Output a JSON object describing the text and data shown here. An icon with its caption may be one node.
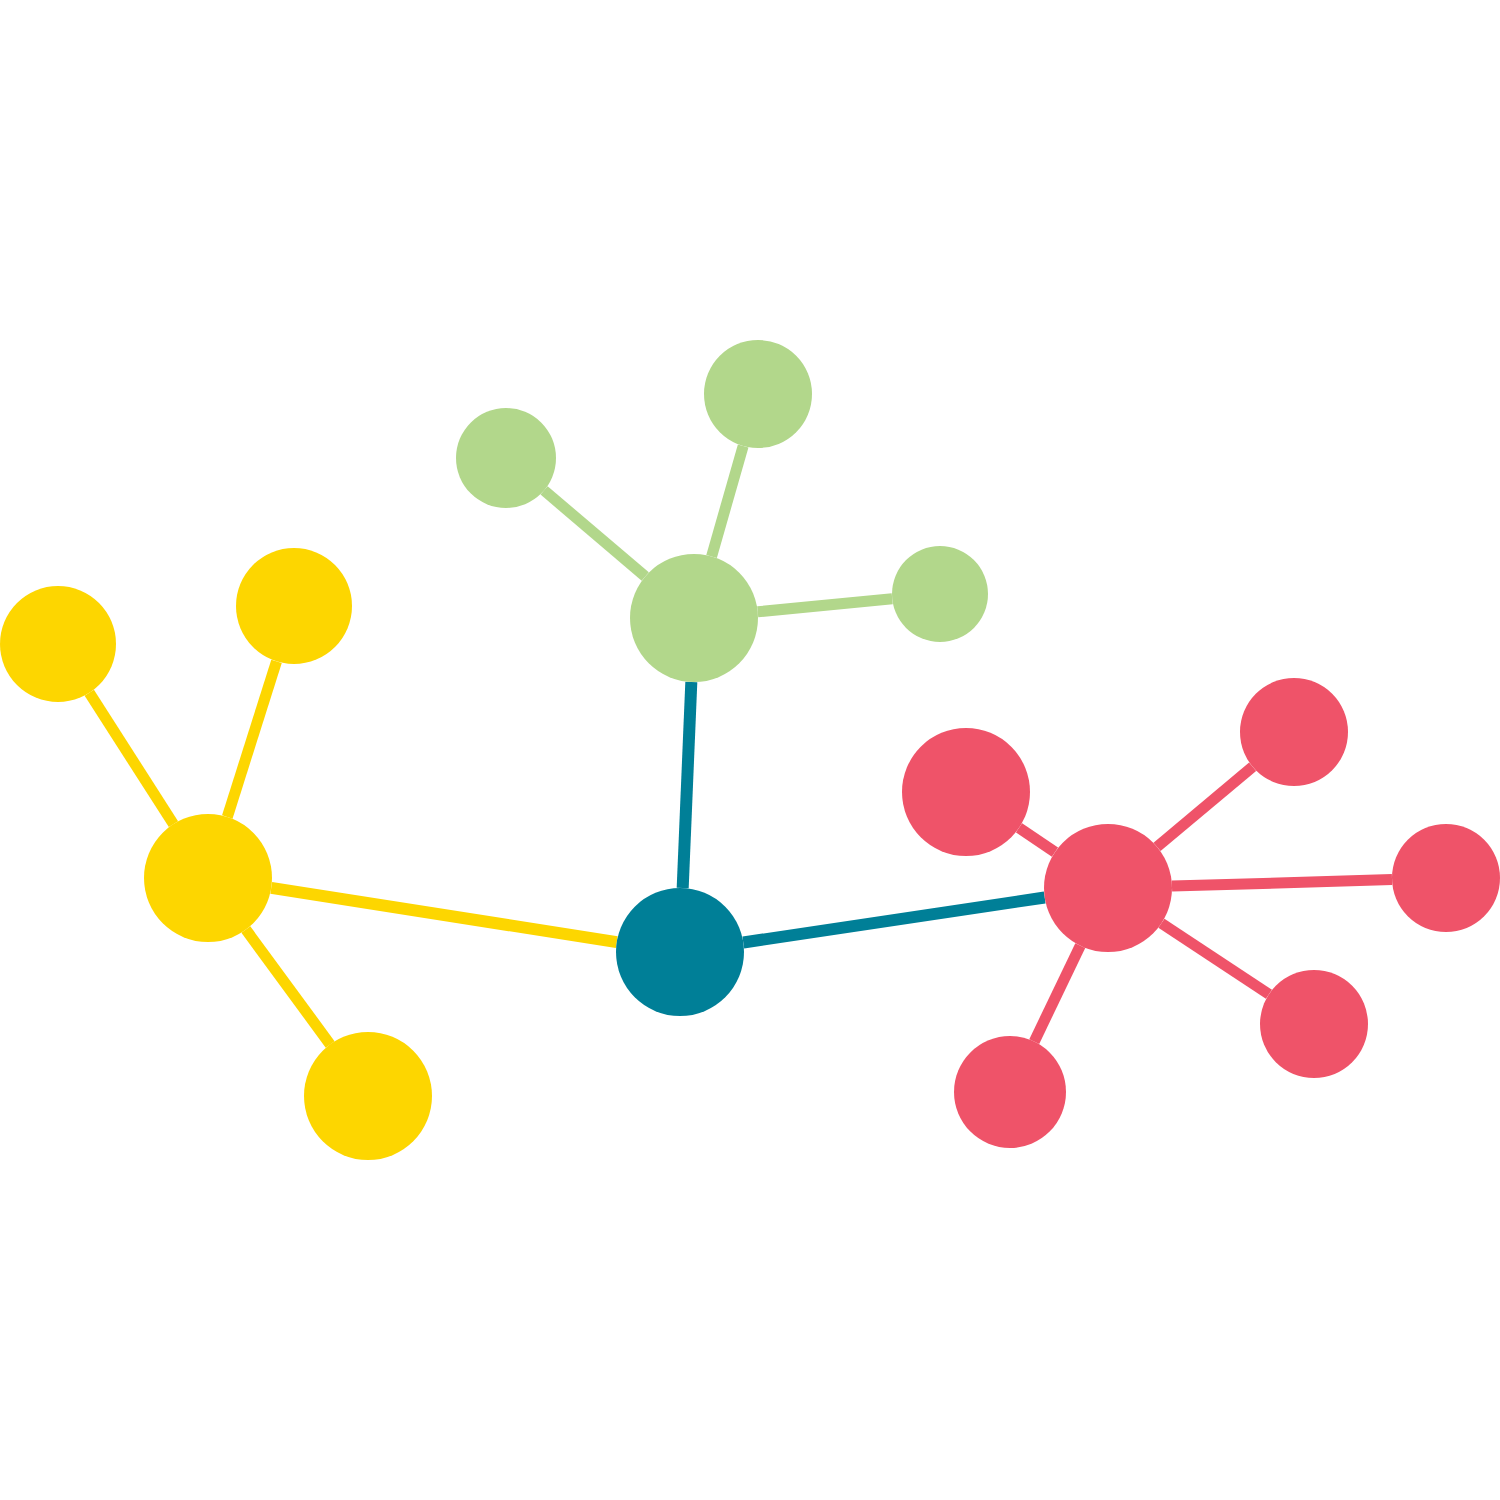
{
  "diagram": {
    "nodes": [
      {
        "text": [],
        "shape": "circle"
      },
      {
        "text": [],
        "shape": "circle"
      },
      {
        "text": [],
        "shape": "circle"
      },
      {
        "text": [],
        "shape": "circle"
      },
      {
        "text": [],
        "shape": "circle"
      },
      {
        "text": [],
        "shape": "circle"
      },
      {
        "text": [],
        "shape": "circle"
      },
      {
        "text": [],
        "shape": "circle"
      },
      {
        "text": [],
        "shape": "circle"
      },
      {
        "text": [],
        "shape": "circle"
      },
      {
        "text": [],
        "shape": "circle"
      },
      {
        "text": [],
        "shape": "circle"
      },
      {
        "text": [],
        "shape": "circle"
      },
      {
        "text": [],
        "shape": "circle"
      },
      {
        "text": [],
        "shape": "circle"
      }
    ],
    "edges": [
      {
        "from": 1,
        "to": 0,
        "arrow": "none",
        "color": "#fdd600"
      },
      {
        "from": 1,
        "to": 2,
        "arrow": "none",
        "color": "#fdd600"
      },
      {
        "from": 1,
        "to": 3,
        "arrow": "none",
        "color": "#fdd600"
      },
      {
        "from": 5,
        "to": 1,
        "arrow": "none",
        "color": "#fdd600"
      },
      {
        "from": 5,
        "to": 6,
        "arrow": "none",
        "color": "#007f97"
      },
      {
        "from": 6,
        "to": 4,
        "arrow": "none",
        "color": "#b2d78b"
      },
      {
        "from": 6,
        "to": 7,
        "arrow": "none",
        "color": "#b2d78b"
      },
      {
        "from": 6,
        "to": 8,
        "arrow": "none",
        "color": "#b2d78b"
      },
      {
        "from": 5,
        "to": 11,
        "arrow": "none",
        "color": "#007f97"
      },
      {
        "from": 11,
        "to": 9,
        "arrow": "none",
        "color": "#ef5369"
      },
      {
        "from": 11,
        "to": 10,
        "arrow": "none",
        "color": "#ef5369"
      },
      {
        "from": 11,
        "to": 12,
        "arrow": "none",
        "color": "#ef5369"
      },
      {
        "from": 11,
        "to": 13,
        "arrow": "none",
        "color": "#ef5369"
      },
      {
        "from": 11,
        "to": 14,
        "arrow": "none",
        "color": "#ef5369"
      }
    ]
  }
}
